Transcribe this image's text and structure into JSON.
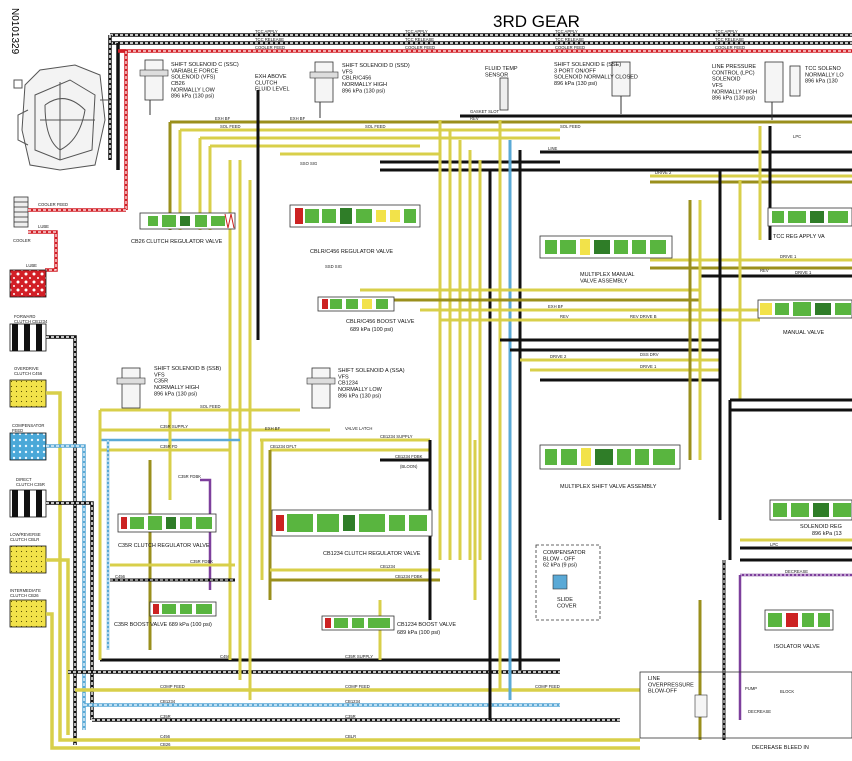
{
  "title": "3RD GEAR",
  "doc_id": "N0101329",
  "colors": {
    "line_black": "#111111",
    "fluid_yellow": "#d8cf4a",
    "fluid_olive": "#9a8f1c",
    "fluid_blue": "#5aa9d6",
    "fluid_red": "#d21f26",
    "fluid_purple": "#7d3f9c",
    "valve_green": "#59b53f",
    "valve_green_dark": "#2f7d28",
    "spring_red": "#cc2222"
  },
  "top_lines": {
    "tcc_apply": "TCC APPLY",
    "tcc_release": "TCC RELEASE",
    "cooler_feed": "COOLER FEED"
  },
  "solenoids": {
    "ssc": "SHIFT SOLENOID C (SSC)\nVARIABLE FORCE\nSOLENOID (VFS)\nCB26\nNORMALLY LOW\n896 kPa (130 psi)",
    "exh": "EXH ABOVE\nCLUTCH\nFLUID LEVEL",
    "ssd": "SHIFT SOLENOID D (SSD)\nVFS\nCBLR/C456\nNORMALLY HIGH\n896 kPa (130 psi)",
    "temp": "FLUID TEMP\nSENSOR",
    "sse": "SHIFT SOLENOID E (SSE)\n3 PORT ON/OFF\nSOLENOID NORMALLY CLOSED\n896 kPa (130 psi)",
    "lpc": "LINE PRESSURE\nCONTROL (LPC)\nSOLENOID\nVFS\nNORMALLY HIGH\n896 kPa (130 psi)",
    "tcc": "TCC SOLENO\nNORMALLY LO\n896 kPa (130",
    "ssb": "SHIFT SOLENOID B (SSB)\nVFS\nC35R\nNORMALLY HIGH\n896 kPa (130 psi)",
    "ssa": "SHIFT SOLENOID A (SSA)\nVFS\nCB1234\nNORMALLY LOW\n896 kPa (130 psi)"
  },
  "valves": {
    "cb26": "CB26 CLUTCH REGULATOR VALVE",
    "cblr": "CBLR/C456 REGULATOR VALVE",
    "cblr_boost": "CBLR/C456 BOOST VALVE",
    "cblr_boost_p": "689 kPa (100 psi)",
    "mux_manual": "MULTIPLEX MANUAL\nVALVE ASSEMBLY",
    "tcc_reg": "TCC REG APPLY VA",
    "manual": "MANUAL VALVE",
    "mux_shift": "MULTIPLEX SHIFT VALVE ASSEMBLY",
    "c35r": "C35R CLUTCH REGULATOR VALVE",
    "c35r_boost": "C35R BOOST VALVE 689 kPa (100 psi)",
    "cb1234": "CB1234 CLUTCH REGULATOR VALVE",
    "cb1234_boost": "CB1234 BOOST VALVE",
    "cb1234_boost_p": "689 kPa (100 psi)",
    "solenoid_reg": "SOLENOID REG",
    "solenoid_reg_p": "896 kPa (13",
    "isolator": "ISOLATOR VALVE",
    "comp_blowoff": "COMPENSATOR\nBLOW - OFF\n62 kPa (9 psi)",
    "slide_cover": "SLIDE\nCOVER",
    "line_overpressure": "LINE\nOVERPRESSURE\nBLOW-OFF",
    "decrease_bleed": "DECREASE BLEED IN"
  },
  "legend": {
    "cooler": "COOLER",
    "cooler_feed": "COOLER FEED",
    "lube": "LUBE",
    "lube_block": "LUBE",
    "forward": "FORWARD\nCLUTCH CB1234",
    "overdrive": "OVERDRIVE\nCLUTCH C456",
    "compensator": "COMPENSATOR\nFEED",
    "direct": "DIRECT\nCLUTCH C35R",
    "lowreverse": "LOW/REVERSE\nCLUTCH CBLR",
    "intermediate": "INTERMEDIATE\nCLUTCH CB26"
  },
  "line_labels": {
    "exh_bf": "EXH BF",
    "sol_feed": "SOL FEED",
    "cb26": "CB26",
    "c456": "C456",
    "cblr": "CBLR",
    "c35r": "C35R",
    "cb1234": "CB1234",
    "c35r_supply": "C35R SUPPLY",
    "c35r_fd": "C35R FD",
    "c35r_fdbk": "C35R FDBK",
    "cb1234_supply": "CB1234 SUPPLY",
    "cb1234_fdbk": "CB1234 FDBK",
    "cb1234_dflt": "CB1234 DFLT",
    "comp_feed": "COMP FEED",
    "rev": "REV",
    "drive1": "DRIVE 1",
    "drive2": "DRIVE 2",
    "drive3": "DRIVE 3",
    "line": "LINE",
    "lpc": "LPC",
    "valve_latch": "VALVE LATCH",
    "gasket_slot": "GASKET SLOT",
    "rev_drive_b": "REV DRIVE B",
    "dss_drv": "DSS DRV",
    "pump": "PUMP",
    "block": "BLOCK",
    "decrease": "DECREASE",
    "bloon": "(BLOON)",
    "ssd_sig": "SSD SIG",
    "sso_sig": "SSO SIG"
  }
}
